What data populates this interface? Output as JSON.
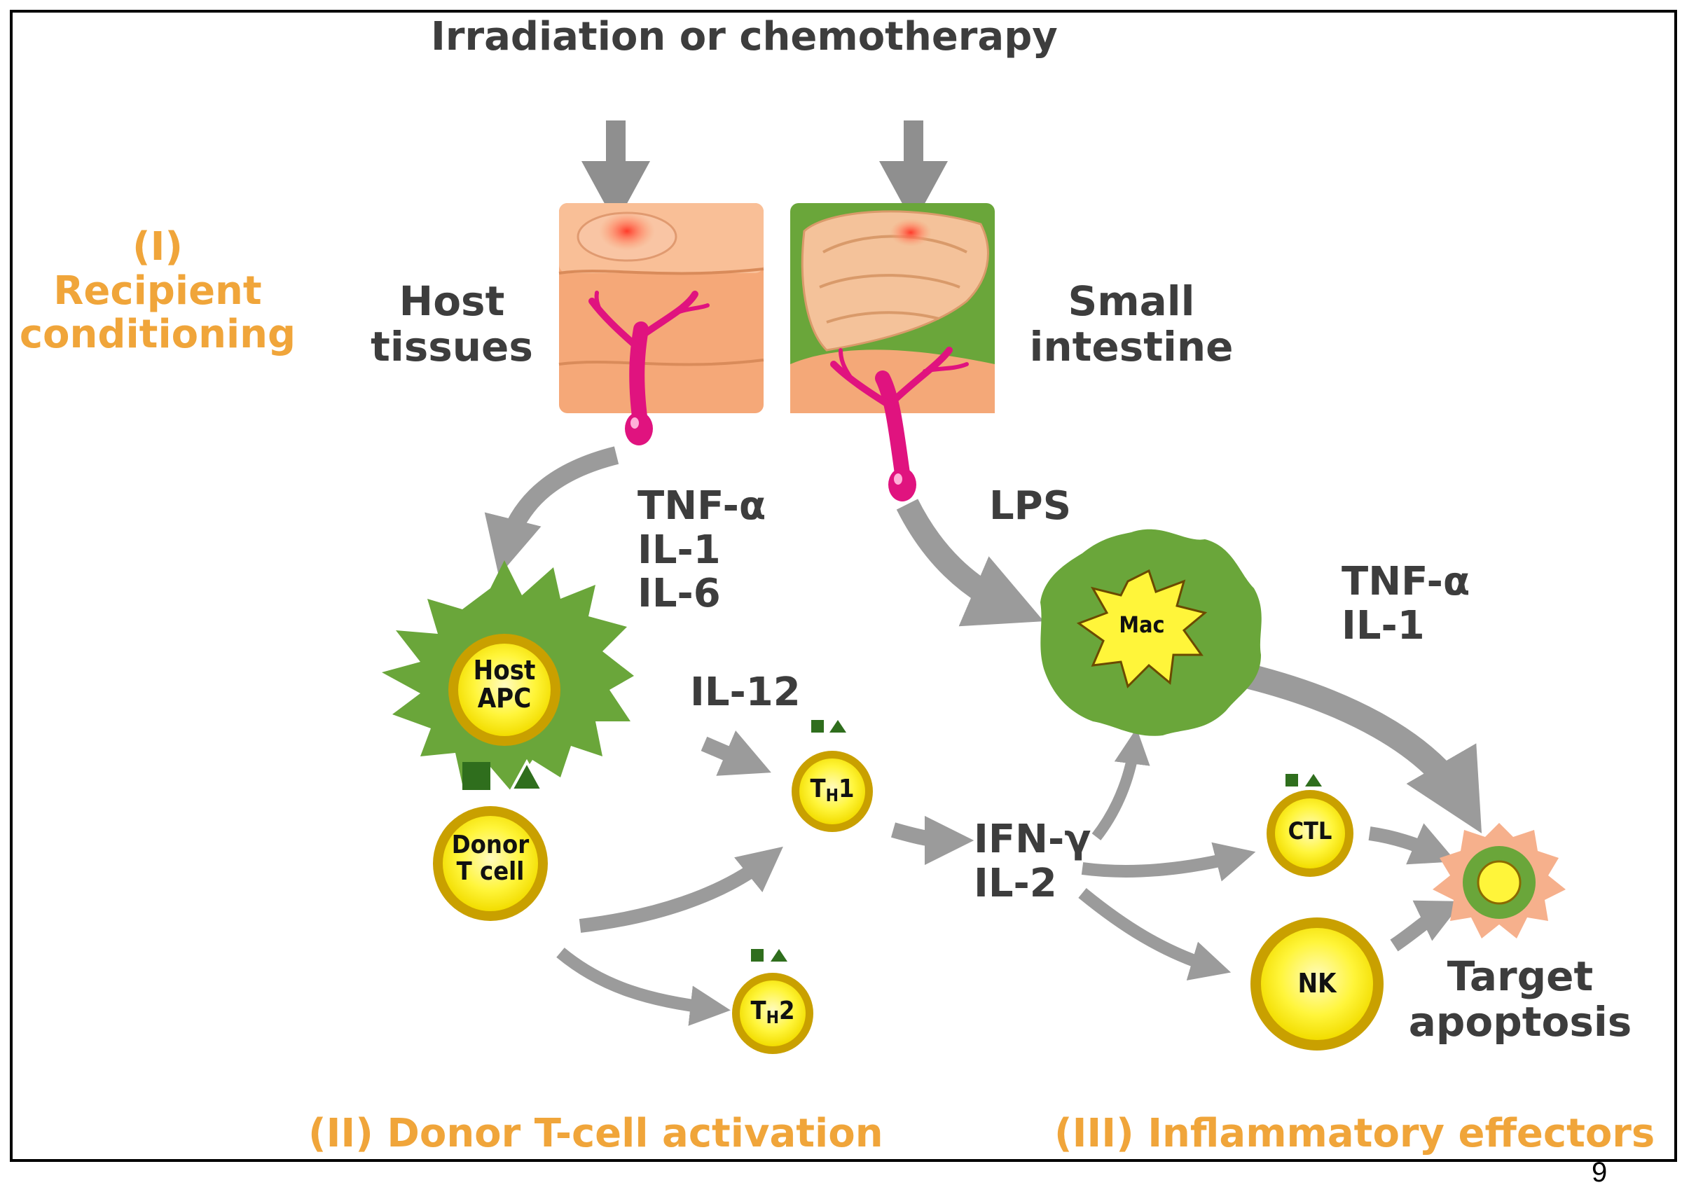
{
  "top_label": "Irradiation or chemotherapy",
  "phase1": {
    "number": "(I)",
    "line1": "Recipient",
    "line2": "conditioning"
  },
  "phase2": "(II) Donor T-cell activation",
  "phase3": "(III) Inflammatory effectors",
  "host_tissues": {
    "line1": "Host",
    "line2": "tissues"
  },
  "small_intestine": {
    "line1": "Small",
    "line2": "intestine"
  },
  "cytokines_apc": [
    "TNF-α",
    "IL-1",
    "IL-6"
  ],
  "cytokine_il12": "IL-12",
  "lps": "LPS",
  "cytokines_mac": [
    "TNF-α",
    "IL-1"
  ],
  "cytokines_th1": [
    "IFN-γ",
    "IL-2"
  ],
  "cells": {
    "host_apc": {
      "line1": "Host",
      "line2": "APC"
    },
    "donor_t": {
      "line1": "Donor",
      "line2": "T cell"
    },
    "th1": {
      "main": "T",
      "sub": "H",
      "suffix": "1"
    },
    "th2": {
      "main": "T",
      "sub": "H",
      "suffix": "2"
    },
    "mac": "Mac",
    "ctl": "CTL",
    "nk": "NK"
  },
  "target": {
    "line1": "Target",
    "line2": "apoptosis"
  },
  "page_number": "9",
  "colors": {
    "orange_label": "#f0a53a",
    "gray_arrow": "#9b9b9b",
    "cell_yellow": "#fff53a",
    "cell_ring": "#c9a000",
    "green": "#6aa63a",
    "tissue": "#f4a878",
    "vessel": "#e0137f"
  }
}
